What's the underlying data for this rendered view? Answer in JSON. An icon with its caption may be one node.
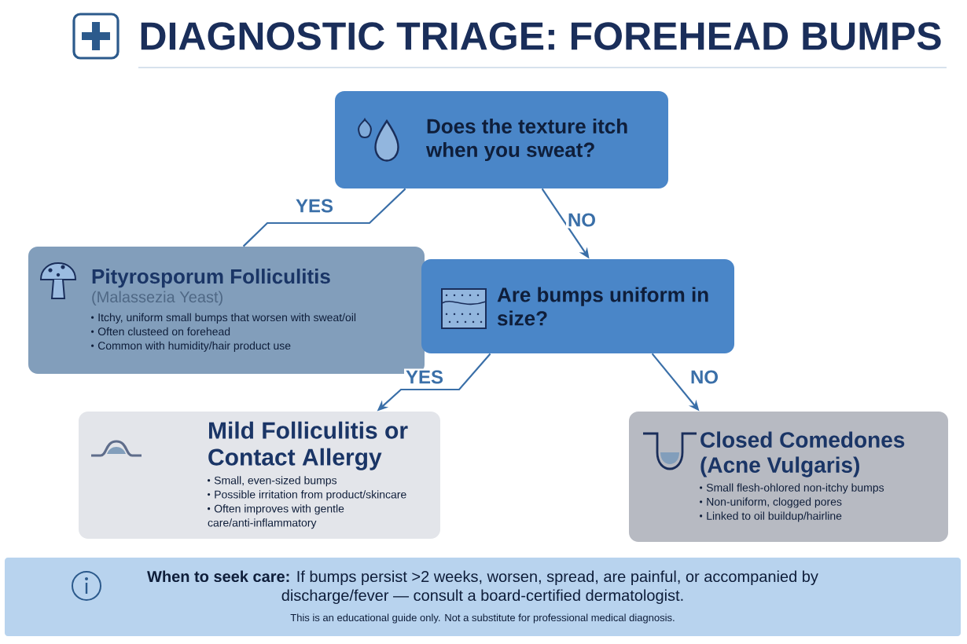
{
  "diagram": {
    "title": "DIAGNOSTIC TRIAGE: FOREHEAD BUMPS",
    "nodes": [
      {
        "text": [
          "Does the texture itch when you sweat?"
        ]
      },
      {
        "text": [
          "Pityrosporum Folliculitis",
          "(Malassezia Yeast)",
          "Itchy, uniform small bumps that worsen with sweat/oil",
          "Often clusteed on forehead",
          "Common with humidity/hair product use"
        ]
      },
      {
        "text": [
          "Are bumps uniform in size?"
        ]
      },
      {
        "text": [
          "Mild Folliculitis or Contact Allergy",
          "Small, even-sized bumps",
          "Possible irritation from product/skincare",
          "Often improves with gentle care/anti-inflammatory"
        ]
      },
      {
        "text": [
          "Closed Comedones (Acne Vulgaris)",
          "Small flesh-ohlored non-itchy bumps",
          "Non-uniform, clogged pores",
          "Linked to oil buildup/hairline"
        ]
      },
      {
        "text": [
          "**When to seek care:** If bumps persist >2 weeks, worsen, spread, are painful, or accompanied by discharge/fever — consult a board-certified dermatologist.",
          "This is an educational guide only. Not a substitute for professional medical diagnosis."
        ]
      }
    ],
    "edges": [
      {
        "from": 0,
        "to": 1,
        "arrow": "none",
        "label": "YES"
      },
      {
        "from": 0,
        "to": 2,
        "arrow": "to",
        "label": "NO"
      },
      {
        "from": 2,
        "to": 3,
        "arrow": "to",
        "label": "YES"
      },
      {
        "from": 2,
        "to": 4,
        "arrow": "to",
        "label": "NO"
      }
    ]
  }
}
